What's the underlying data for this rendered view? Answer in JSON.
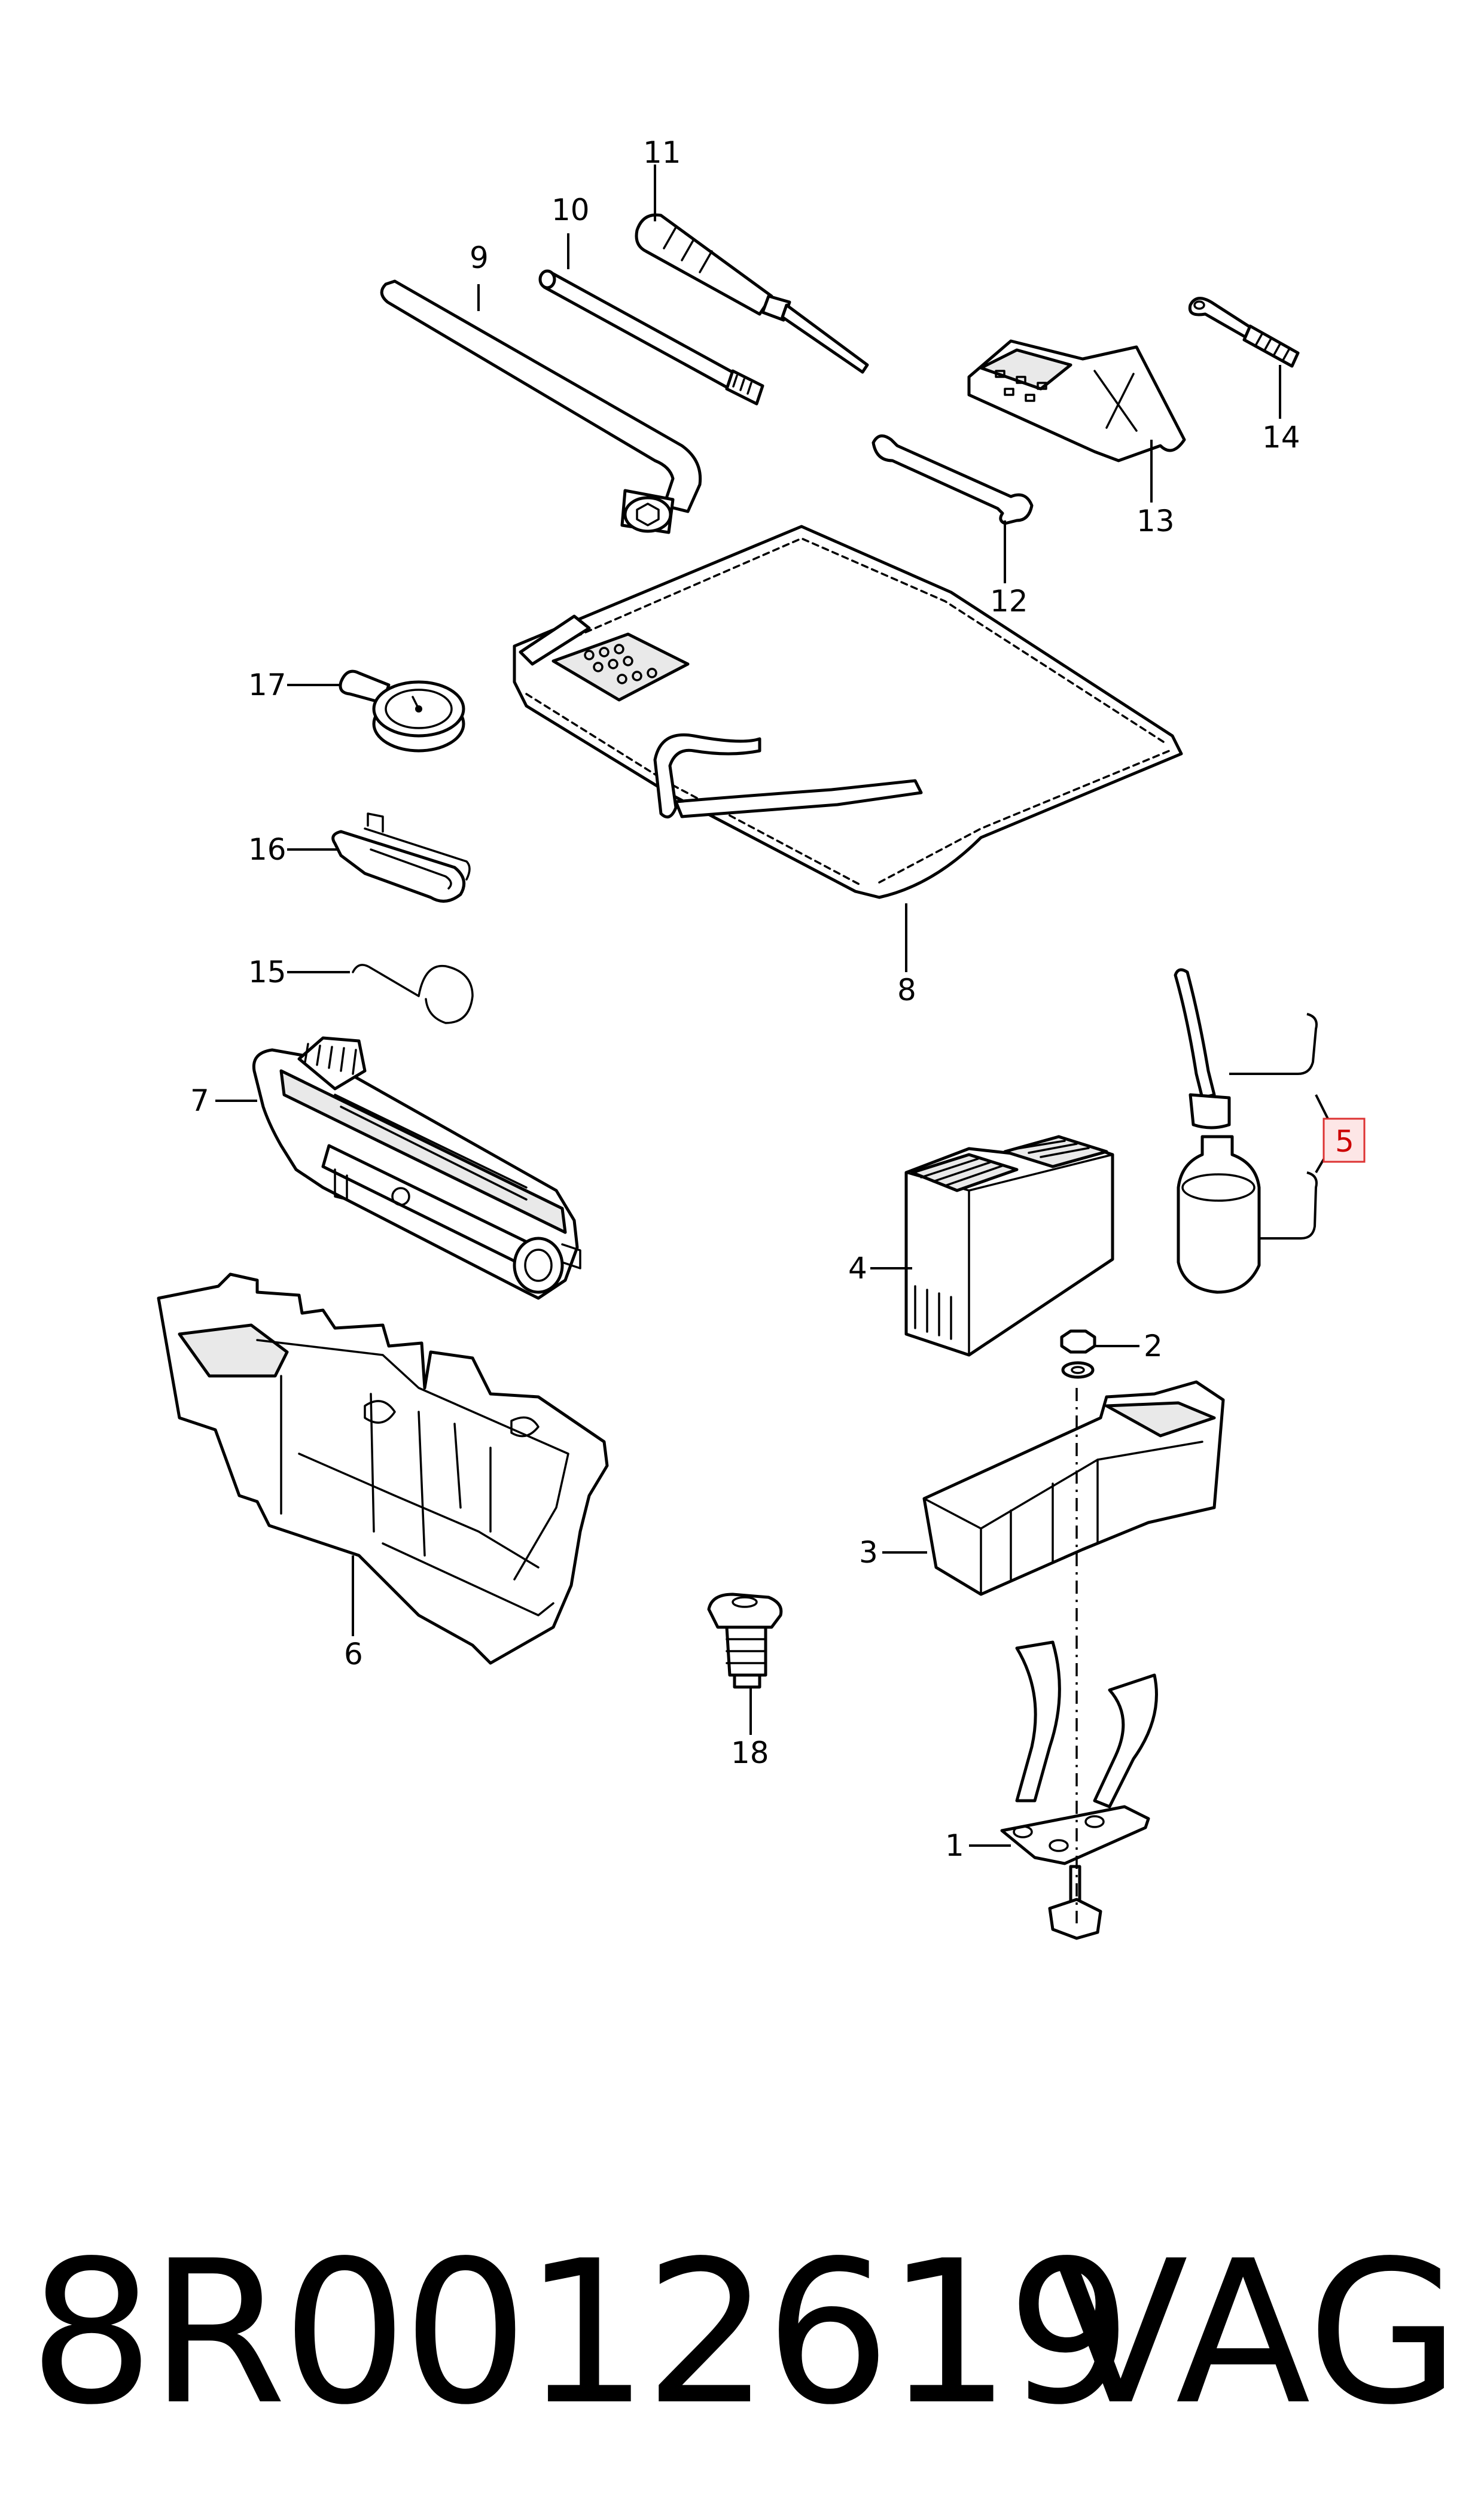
{
  "callouts": [
    {
      "id": "c1",
      "text": "1"
    },
    {
      "id": "c2",
      "text": "2"
    },
    {
      "id": "c3",
      "text": "3"
    },
    {
      "id": "c4",
      "text": "4"
    },
    {
      "id": "c5",
      "text": "5",
      "highlighted": true
    },
    {
      "id": "c6",
      "text": "6"
    },
    {
      "id": "c7",
      "text": "7"
    },
    {
      "id": "c8",
      "text": "8"
    },
    {
      "id": "c9",
      "text": "9"
    },
    {
      "id": "c10",
      "text": "10"
    },
    {
      "id": "c11",
      "text": "11"
    },
    {
      "id": "c12",
      "text": "12"
    },
    {
      "id": "c13",
      "text": "13"
    },
    {
      "id": "c14",
      "text": "14"
    },
    {
      "id": "c15",
      "text": "15"
    },
    {
      "id": "c16",
      "text": "16"
    },
    {
      "id": "c17",
      "text": "17"
    },
    {
      "id": "c18",
      "text": "18"
    }
  ],
  "footer": {
    "part_number": "8R0012619",
    "brand": "VAG"
  },
  "colors": {
    "line": "#000000",
    "background": "#ffffff",
    "highlight_fill": "#fde6e6",
    "highlight_stroke": "#dd3333",
    "highlight_text": "#cc0000"
  }
}
